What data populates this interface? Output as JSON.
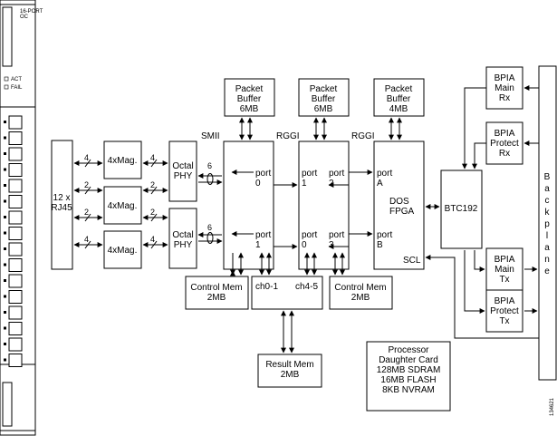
{
  "faceplate": {
    "model": "16-PORT\nOC",
    "led_act": "ACT",
    "led_fail": "FAIL"
  },
  "blocks": {
    "rj45": "12 x\nRJ45",
    "mag_top": "4xMag.",
    "mag_mid": "4xMag.",
    "mag_bot": "4xMag.",
    "phy_top": "Octal\nPHY",
    "phy_bot": "Octal\nPHY",
    "pkt_buf_1": "Packet\nBuffer\n6MB",
    "pkt_buf_2": "Packet\nBuffer\n6MB",
    "pkt_buf_3": "Packet\nBuffer\n4MB",
    "ctrl_mem_1": "Control Mem\n2MB",
    "ctrl_mem_2": "Control Mem\n2MB",
    "result_mem": "Result Mem\n2MB",
    "dos_fpga": "DOS\nFPGA",
    "btc": "BTC192",
    "bpia_main_rx": "BPIA\nMain\nRx",
    "bpia_protect_rx": "BPIA\nProtect\nRx",
    "bpia_main_tx": "BPIA\nMain\nTx",
    "bpia_protect_tx": "BPIA\nProtect\nTx",
    "backplane": "Backplane",
    "processor_card": "Processor\nDaughter Card\n128MB SDRAM\n16MB FLASH\n8KB NVRAM"
  },
  "labels": {
    "smii": "SMII",
    "rggi_1": "RGGI",
    "rggi_2": "RGGI",
    "ch01": "ch0-1",
    "ch45": "ch4-5",
    "scl": "SCL",
    "figure_id": "134621"
  },
  "bus_widths": {
    "rj_mag_top": "4",
    "rj_mag_mid_a": "2",
    "rj_mag_mid_b": "2",
    "rj_mag_bot": "4",
    "mag_phy_top": "4",
    "mag_phy_mid_a": "2",
    "mag_phy_mid_b": "2",
    "mag_phy_bot": "4",
    "phy_fpga_top": "6",
    "phy_fpga_bot": "6"
  },
  "ports": {
    "f1_top": "port\n0",
    "f1_bot": "port\n1",
    "f2_top_left": "port\n1",
    "f2_top_right": "port\n2",
    "f2_bot_left": "port\n0",
    "f2_bot_right": "port\n3",
    "f3_top": "port\nA",
    "f3_bot": "port\nB"
  }
}
